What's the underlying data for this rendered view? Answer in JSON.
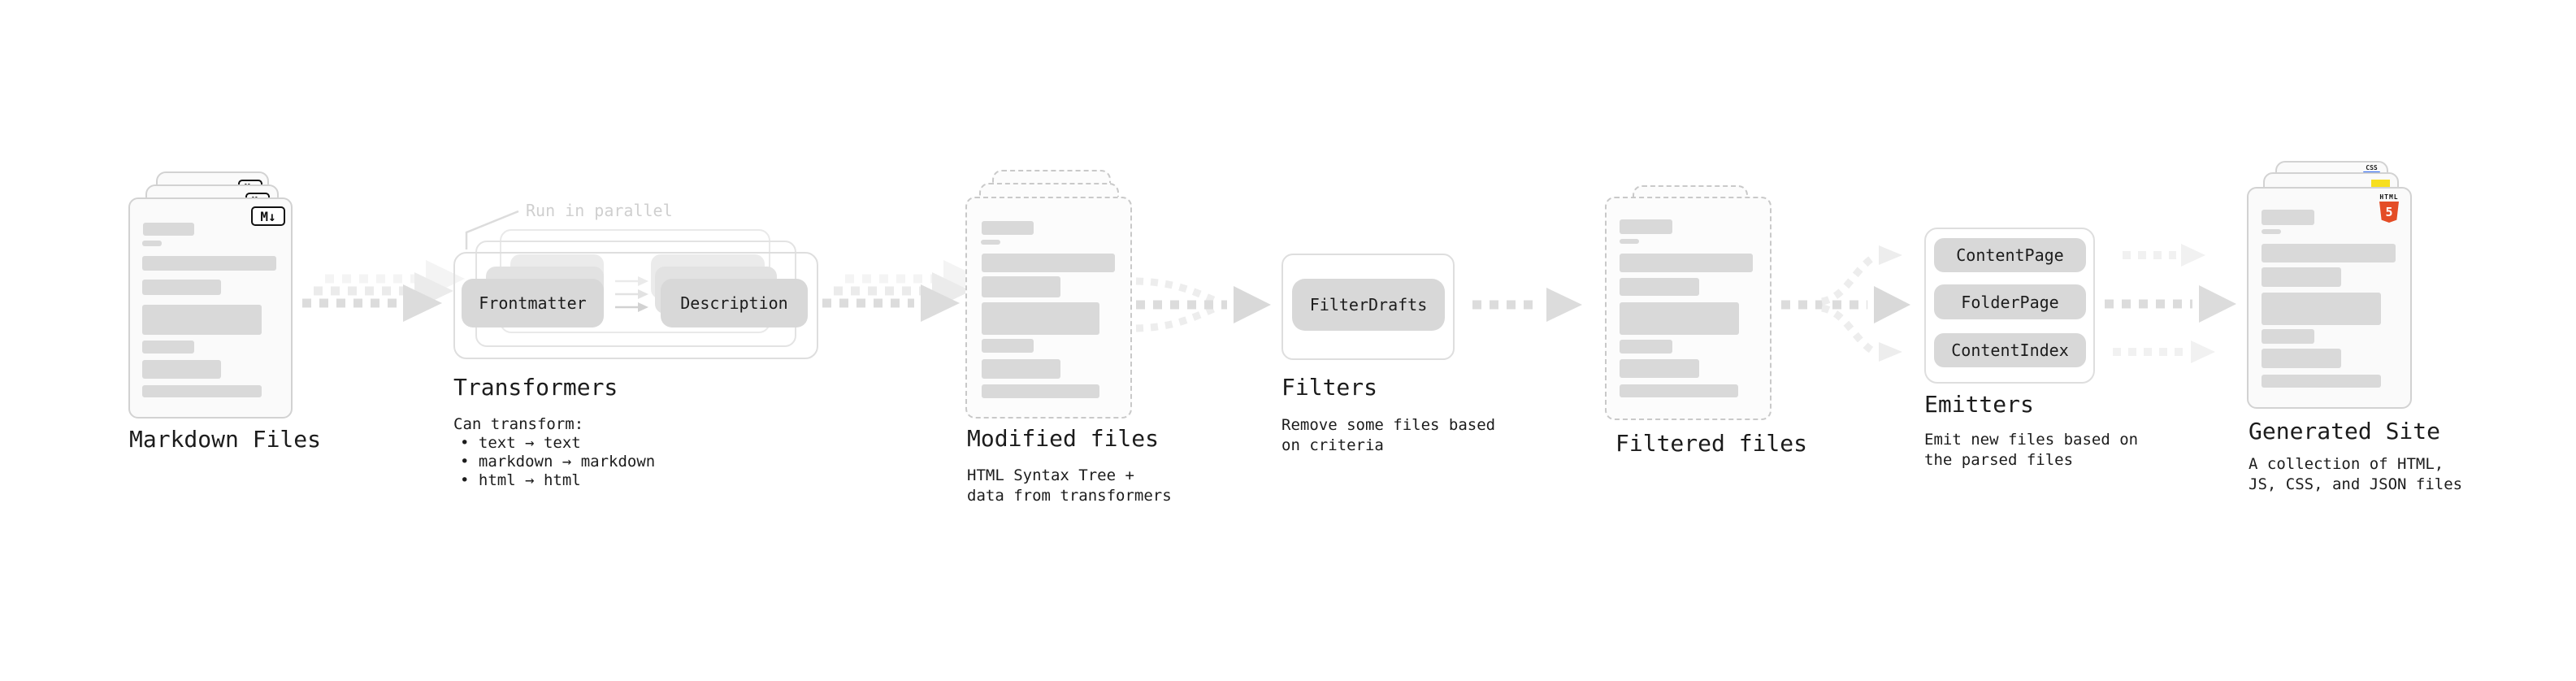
{
  "stages": {
    "markdown_files": {
      "label": "Markdown Files",
      "badge": "M↓"
    },
    "transformers": {
      "label": "Transformers",
      "annotation": "Run in parallel",
      "pills": [
        "Frontmatter",
        "Description"
      ],
      "desc_lines": [
        "Can transform:",
        "• text → text",
        "• markdown → markdown",
        "• html → html"
      ]
    },
    "modified_files": {
      "label": "Modified files",
      "desc_lines": [
        "HTML Syntax Tree +",
        "data from transformers"
      ]
    },
    "filters": {
      "label": "Filters",
      "pills": [
        "FilterDrafts"
      ],
      "desc_lines": [
        "Remove some files based",
        "on criteria"
      ]
    },
    "filtered_files": {
      "label": "Filtered files"
    },
    "emitters": {
      "label": "Emitters",
      "pills": [
        "ContentPage",
        "FolderPage",
        "ContentIndex"
      ],
      "desc_lines": [
        "Emit new files based on",
        "the parsed files"
      ]
    },
    "generated_site": {
      "label": "Generated Site",
      "desc_lines": [
        "A collection of HTML,",
        "JS, CSS, and JSON files"
      ],
      "badges": {
        "css": "CSS",
        "html": "HTML",
        "html_digit": "5"
      }
    }
  },
  "colors": {
    "text": "#1c1c1c",
    "muted_annotation": "#cfcfcf",
    "pill_bg": "#d8d8d8",
    "placeholder_bar": "#d9d9d9",
    "arrow": "#dcdcdc",
    "html5_orange": "#e44d26",
    "js_yellow": "#f7df1e",
    "css_blue": "#2965f1"
  }
}
